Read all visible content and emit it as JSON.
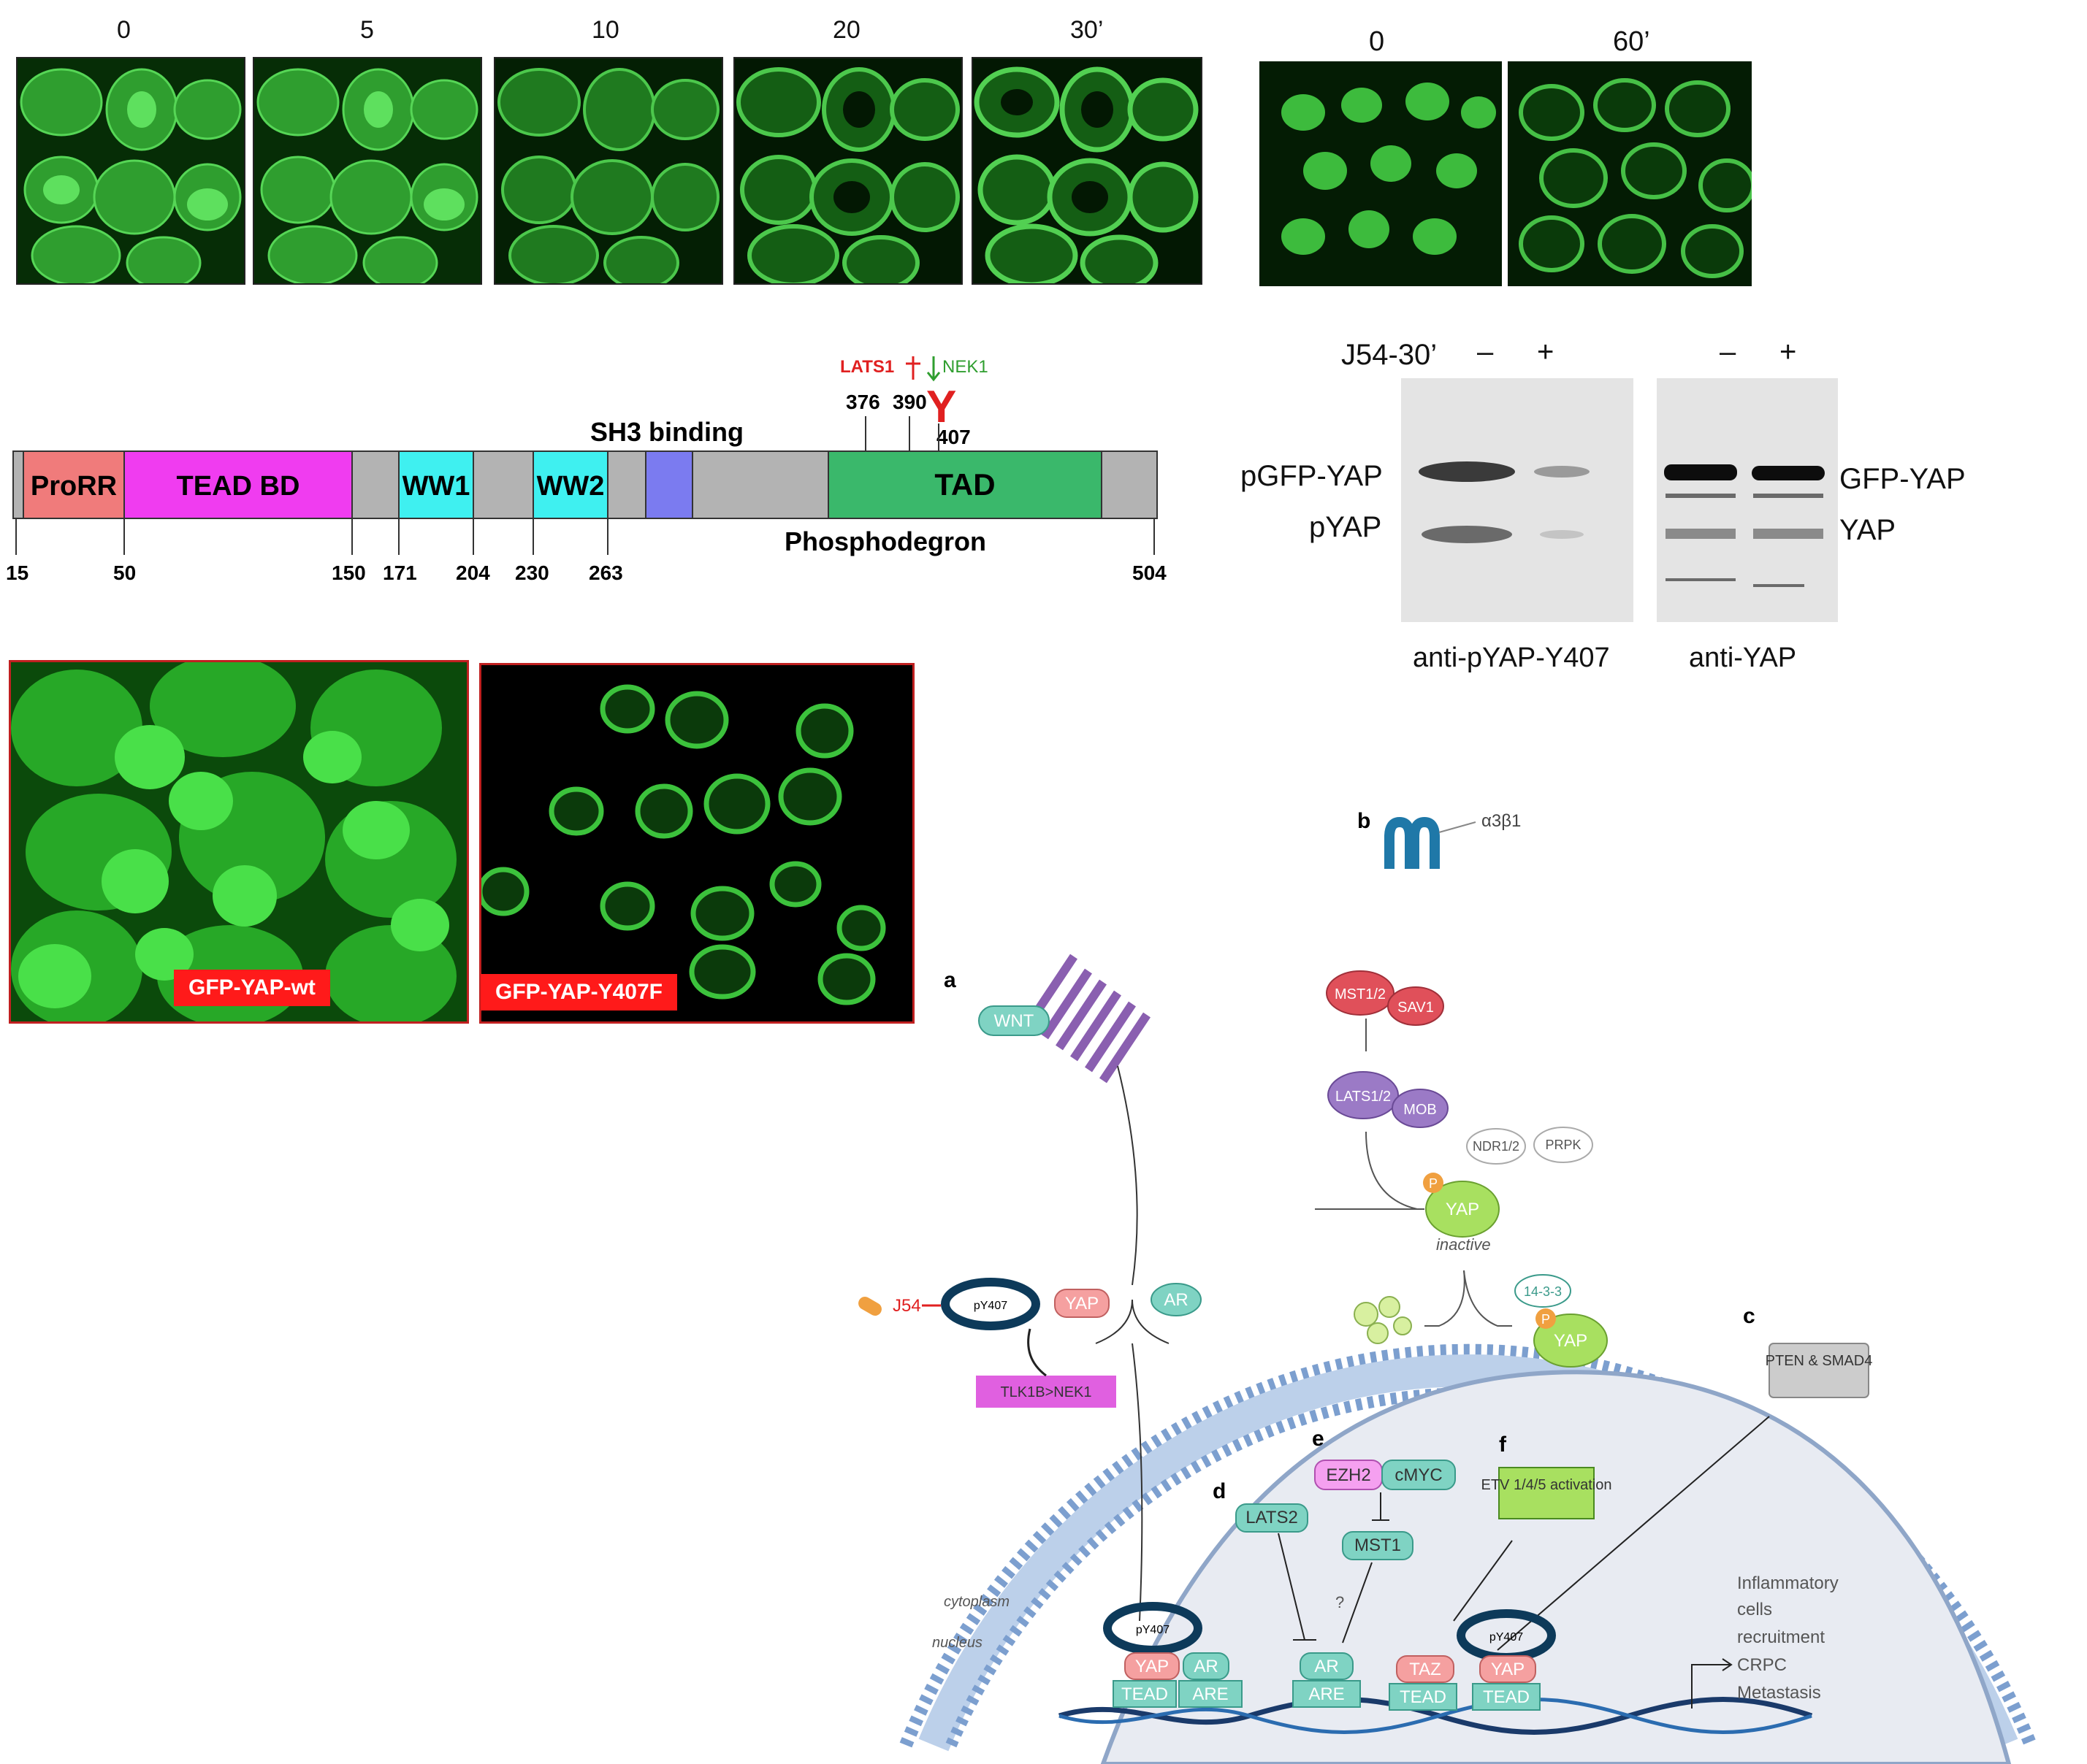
{
  "panel_a": {
    "timepoints": [
      "0",
      "5",
      "10",
      "20",
      "30’"
    ]
  },
  "panel_b": {
    "timepoints": [
      "0",
      "60’"
    ]
  },
  "domain_map": {
    "kinases": {
      "lats1": "LATS1",
      "nek1": "NEK1"
    },
    "sites": {
      "s376": "376",
      "s390": "390",
      "y407": "407"
    },
    "sh3": "SH3 binding",
    "phosphodegron": "Phosphodegron",
    "domains": {
      "prorr": "ProRR",
      "tead": "TEAD BD",
      "ww1": "WW1",
      "ww2": "WW2",
      "tad": "TAD"
    },
    "positions": {
      "p15": "15",
      "p50": "50",
      "p150": "150",
      "p171": "171",
      "p204": "204",
      "p230": "230",
      "p263": "263",
      "p504": "504"
    },
    "colors": {
      "prorr": "#f07b7b",
      "tead": "#f03cf0",
      "ww": "#3ff0f0",
      "sh3": "#7b7bf0",
      "tad": "#3ab86b",
      "linker": "#b3b3b3"
    }
  },
  "western": {
    "treatment": "J54-30’",
    "signs": [
      "–",
      "+",
      "–",
      "+"
    ],
    "left_bands": {
      "upper": "pGFP-YAP",
      "lower": "pYAP"
    },
    "right_bands": {
      "upper": "GFP-YAP",
      "lower": "YAP"
    },
    "antibodies": {
      "left": "anti-pYAP-Y407",
      "right": "anti-YAP"
    }
  },
  "mutant_panels": {
    "wt": "GFP-YAP-wt",
    "mut": "GFP-YAP-Y407F"
  },
  "pathway": {
    "letters": {
      "a": "a",
      "b": "b",
      "c": "c",
      "d": "d",
      "e": "e",
      "f": "f"
    },
    "integrin": "α3β1",
    "wnt": "WNT",
    "mst12": "MST1/2",
    "sav1": "SAV1",
    "lats12": "LATS1/2",
    "mob": "MOB",
    "ndr": "NDR1/2",
    "prpk": "PRPK",
    "yap": "YAP",
    "p": "P",
    "inactive": "inactive",
    "j54": "J54",
    "py407": "pY407",
    "ar": "AR",
    "tlk": "TLK1B>NEK1",
    "proteasome_14_3_3": "14-3-3",
    "pten": "PTEN & SMAD4",
    "ezh2": "EZH2",
    "cmyc": "cMYC",
    "lats2": "LATS2",
    "mst1": "MST1",
    "question": "?",
    "etv": "ETV 1/4/5 activation",
    "cytoplasm": "cytoplasm",
    "nucleus": "nucleus",
    "tead": "TEAD",
    "are": "ARE",
    "taz": "TAZ",
    "outcomes": [
      "Inflammatory",
      "cells",
      "recruitment",
      "CRPC",
      "Metastasis"
    ]
  }
}
